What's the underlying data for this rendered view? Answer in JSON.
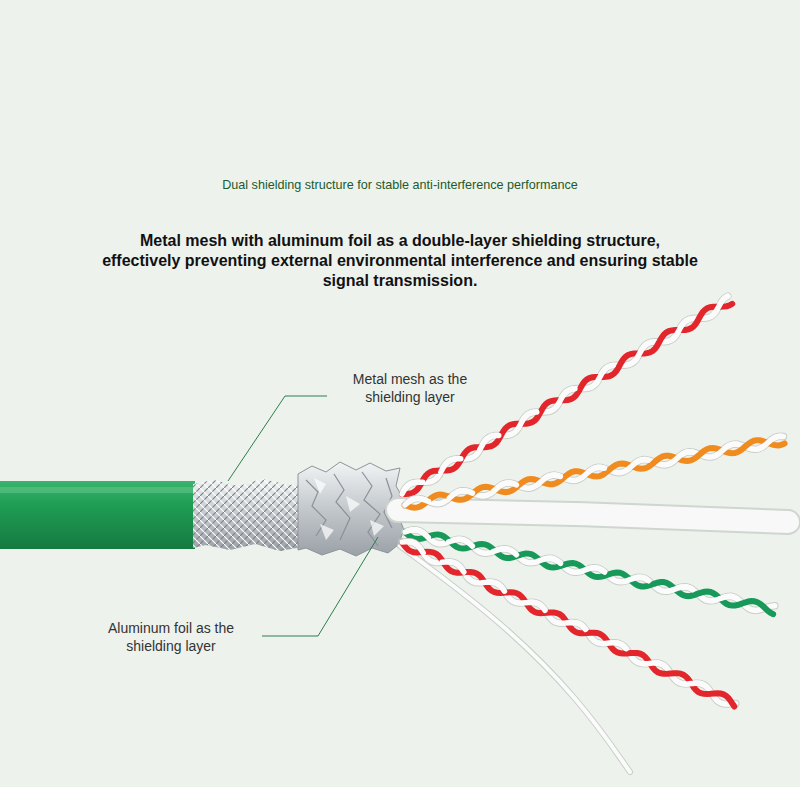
{
  "diagram": {
    "title": "Dual shielding structure for stable anti-interference performance",
    "labels": [
      "Metal mesh with aluminum foil as a double-layer shielding structure, effectively preventing external environmental interference and ensuring stable signal transmission.",
      "Metal mesh as the shielding layer",
      "Aluminum foil as the shielding layer"
    ]
  }
}
